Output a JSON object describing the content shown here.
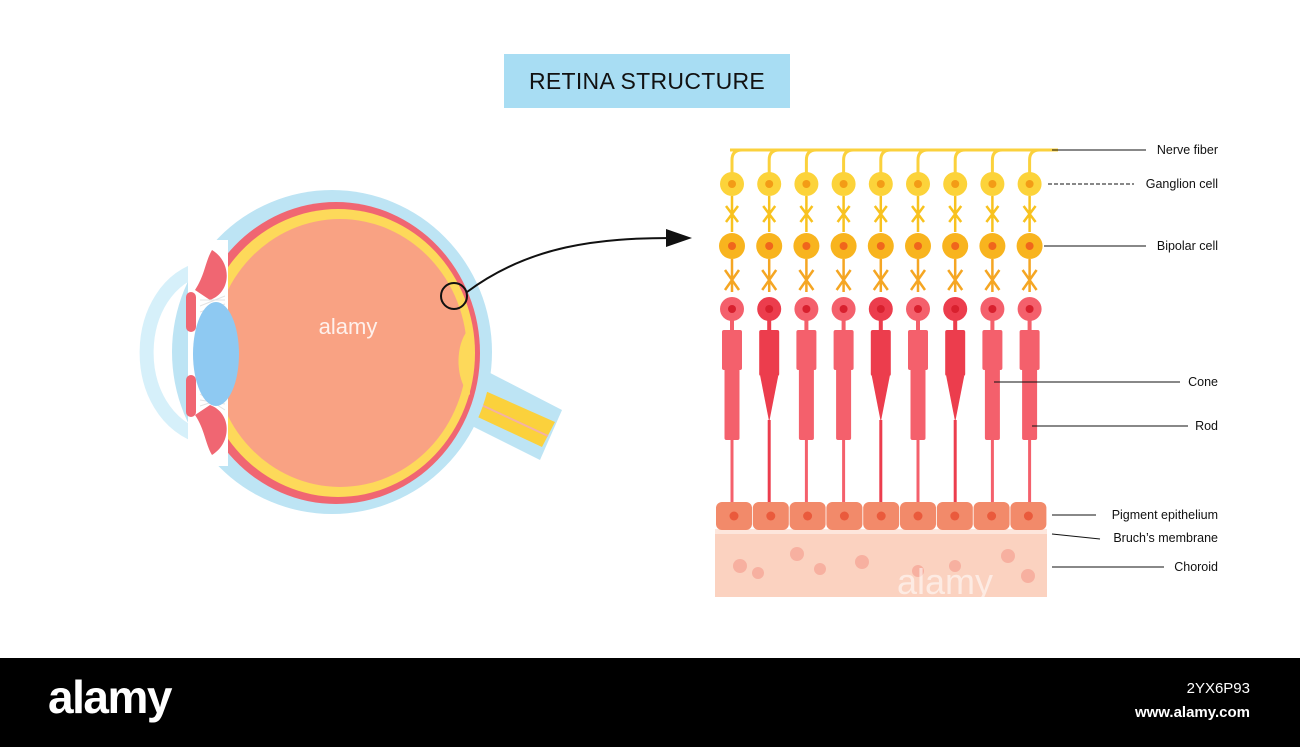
{
  "title": "RETINA STRUCTURE",
  "labels": {
    "nerve_fiber": "Nerve fiber",
    "ganglion_cell": "Ganglion cell",
    "bipolar_cell": "Bipolar cell",
    "cone": "Cone",
    "rod": "Rod",
    "pigment_epithelium": "Pigment epithelium",
    "bruchs_membrane": "Bruch’s membrane",
    "choroid": "Choroid"
  },
  "photoreceptors": [
    "rod",
    "cone",
    "rod",
    "rod",
    "cone",
    "rod",
    "cone",
    "rod",
    "rod"
  ],
  "colors": {
    "title_bg": "#a8ddf3",
    "sclera": "#bde4f4",
    "choroid_layer": "#f06672",
    "retina_layer": "#fdd95a",
    "vitreous": "#f9a283",
    "lens": "#8ec9f2",
    "nerve": "#fbd13c",
    "ganglion": "#fcd33a",
    "bipolar": "#f8b41e",
    "photoreceptor": "#f4606c",
    "epithelium": "#f28a6a",
    "choroid_tissue": "#fbd2c0"
  },
  "watermark": "alamy",
  "footer": {
    "brand": "alamy",
    "image_id": "2YX6P93",
    "url": "www.alamy.com"
  }
}
